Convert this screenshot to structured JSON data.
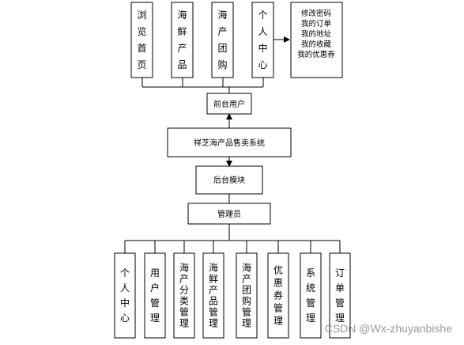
{
  "diagram": {
    "top_modules": [
      "浏览首页",
      "海鲜产品",
      "海产团购",
      "个人中心"
    ],
    "personal_functions": [
      "修改密码",
      "我的订单",
      "我的地址",
      "我的收藏",
      "我的优惠券"
    ],
    "frontend_user": "前台用户",
    "system_name": "祥芝海产品售卖系统",
    "backend_module": "后台模块",
    "admin": "管理员",
    "bottom_modules": [
      "个人中心",
      "用户管理",
      "海产分类管理",
      "海鲜产品管理",
      "海产团购管理",
      "优惠券管理",
      "系统管理",
      "订单管理"
    ]
  },
  "watermark": "CSDN @Wx-zhuyanbishe"
}
